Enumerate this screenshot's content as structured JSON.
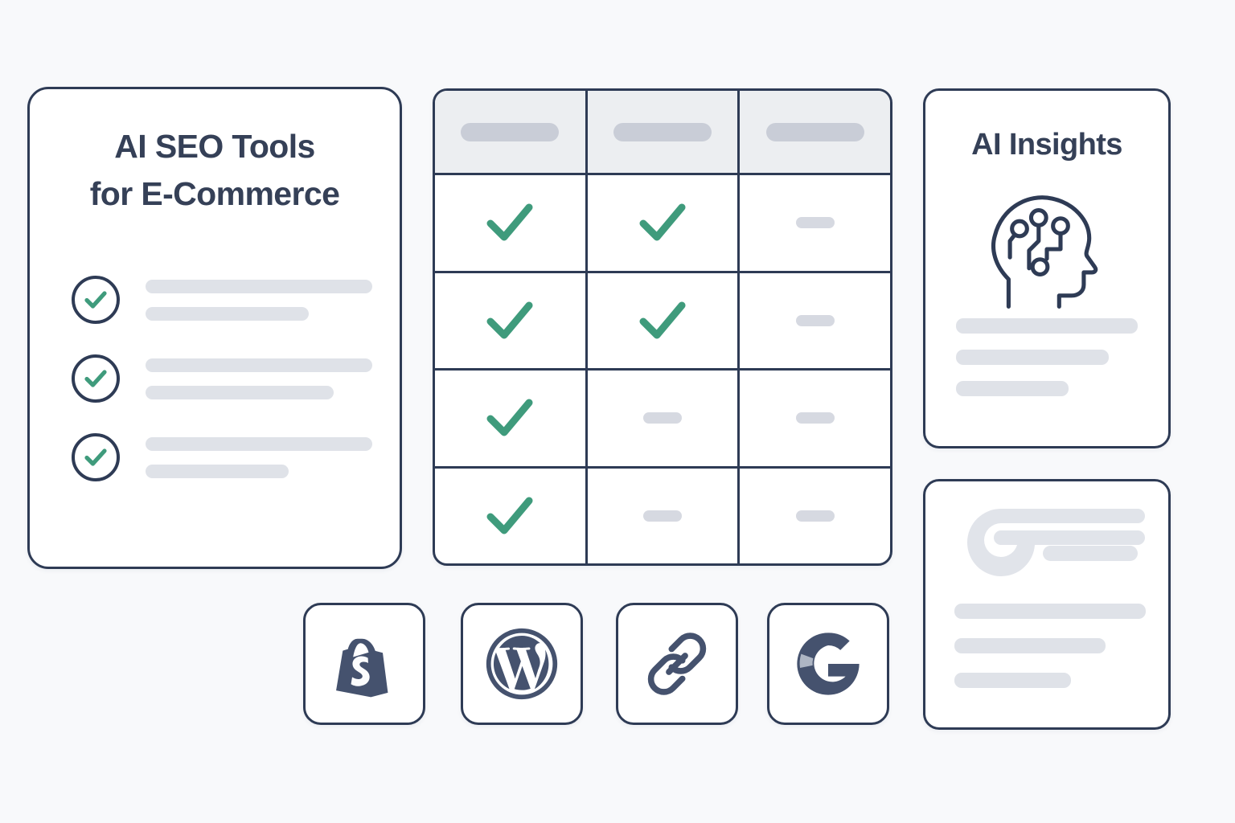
{
  "theme": {
    "background": "#f8f9fb",
    "card_background": "#ffffff",
    "outline_navy": "#2e3b55",
    "title_navy": "#354057",
    "check_green": "#3f9b7c",
    "placeholder_gray": "#dfe2e8",
    "header_fill": "#eceef1",
    "header_pill": "#c9cdd7",
    "dash_gray": "#d6d9e1",
    "brand_navy": "#45526e",
    "google_g_light": "#aeb6c4"
  },
  "checklist_card": {
    "title_line1": "AI SEO Tools",
    "title_line2": "for E-Commerce",
    "items": [
      {
        "icon": "check-circle-icon",
        "checked": true,
        "bar1_width": "100%",
        "bar2_width": "72%"
      },
      {
        "icon": "check-circle-icon",
        "checked": true,
        "bar1_width": "100%",
        "bar2_width": "83%"
      },
      {
        "icon": "check-circle-icon",
        "checked": true,
        "bar1_width": "100%",
        "bar2_width": "63%"
      }
    ]
  },
  "comparison_table": {
    "header": [
      {
        "label": "",
        "placeholder": true
      },
      {
        "label": "",
        "placeholder": true
      },
      {
        "label": "",
        "placeholder": true
      }
    ],
    "rows": [
      {
        "cells": [
          "check",
          "check",
          "dash"
        ]
      },
      {
        "cells": [
          "check",
          "check",
          "dash"
        ]
      },
      {
        "cells": [
          "check",
          "dash",
          "dash"
        ]
      },
      {
        "cells": [
          "check",
          "dash",
          "dash"
        ]
      }
    ]
  },
  "platform_tiles": [
    {
      "name": "Shopify",
      "icon": "shopify-bag-icon"
    },
    {
      "name": "WordPress",
      "icon": "wordpress-icon"
    },
    {
      "name": "Backlink",
      "icon": "link-chain-icon"
    },
    {
      "name": "Google",
      "icon": "google-g-icon"
    }
  ],
  "ai_insights_card": {
    "title": "AI Insights",
    "icon": "ai-head-circuit-icon",
    "bars": [
      {
        "width": "100%"
      },
      {
        "width": "84%"
      },
      {
        "width": "62%"
      }
    ]
  },
  "content_card": {
    "icon": "content-lines-glyph",
    "bars": [
      {
        "width": "100%"
      },
      {
        "width": "79%"
      },
      {
        "width": "61%"
      }
    ]
  }
}
